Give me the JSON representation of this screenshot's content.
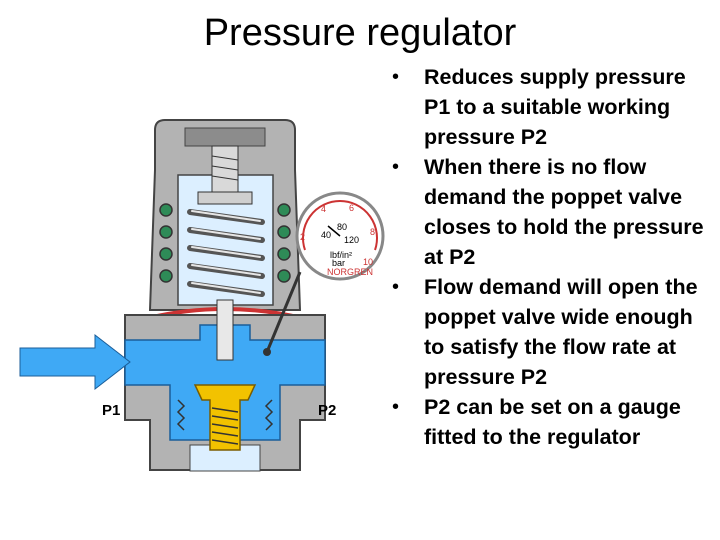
{
  "title": "Pressure regulator",
  "bullets": [
    "Reduces supply pressure P1 to a suitable working pressure P2",
    "When there is no flow demand the poppet valve closes to hold the pressure at P2",
    "Flow demand will open the poppet valve wide enough to satisfy the flow rate at pressure P2",
    "P2 can be set on a gauge fitted to the regulator"
  ],
  "diagram": {
    "inlet_label": "P1",
    "outlet_label": "P2",
    "gauge": {
      "bar_marks": [
        "2",
        "4",
        "6",
        "8",
        "10"
      ],
      "psi_marks": [
        "40",
        "80",
        "120"
      ],
      "unit_line1": "lbf/in²",
      "unit_line2": "bar",
      "brand": "NORGREN"
    }
  },
  "colors": {
    "body": "#b3b3b3",
    "body_dark": "#595959",
    "fluid": "#3fa9f5",
    "chamber": "#dcefff",
    "spring": "#cfcfcf",
    "poppet": "#f2c200",
    "diaphragm": "#cc3333"
  }
}
